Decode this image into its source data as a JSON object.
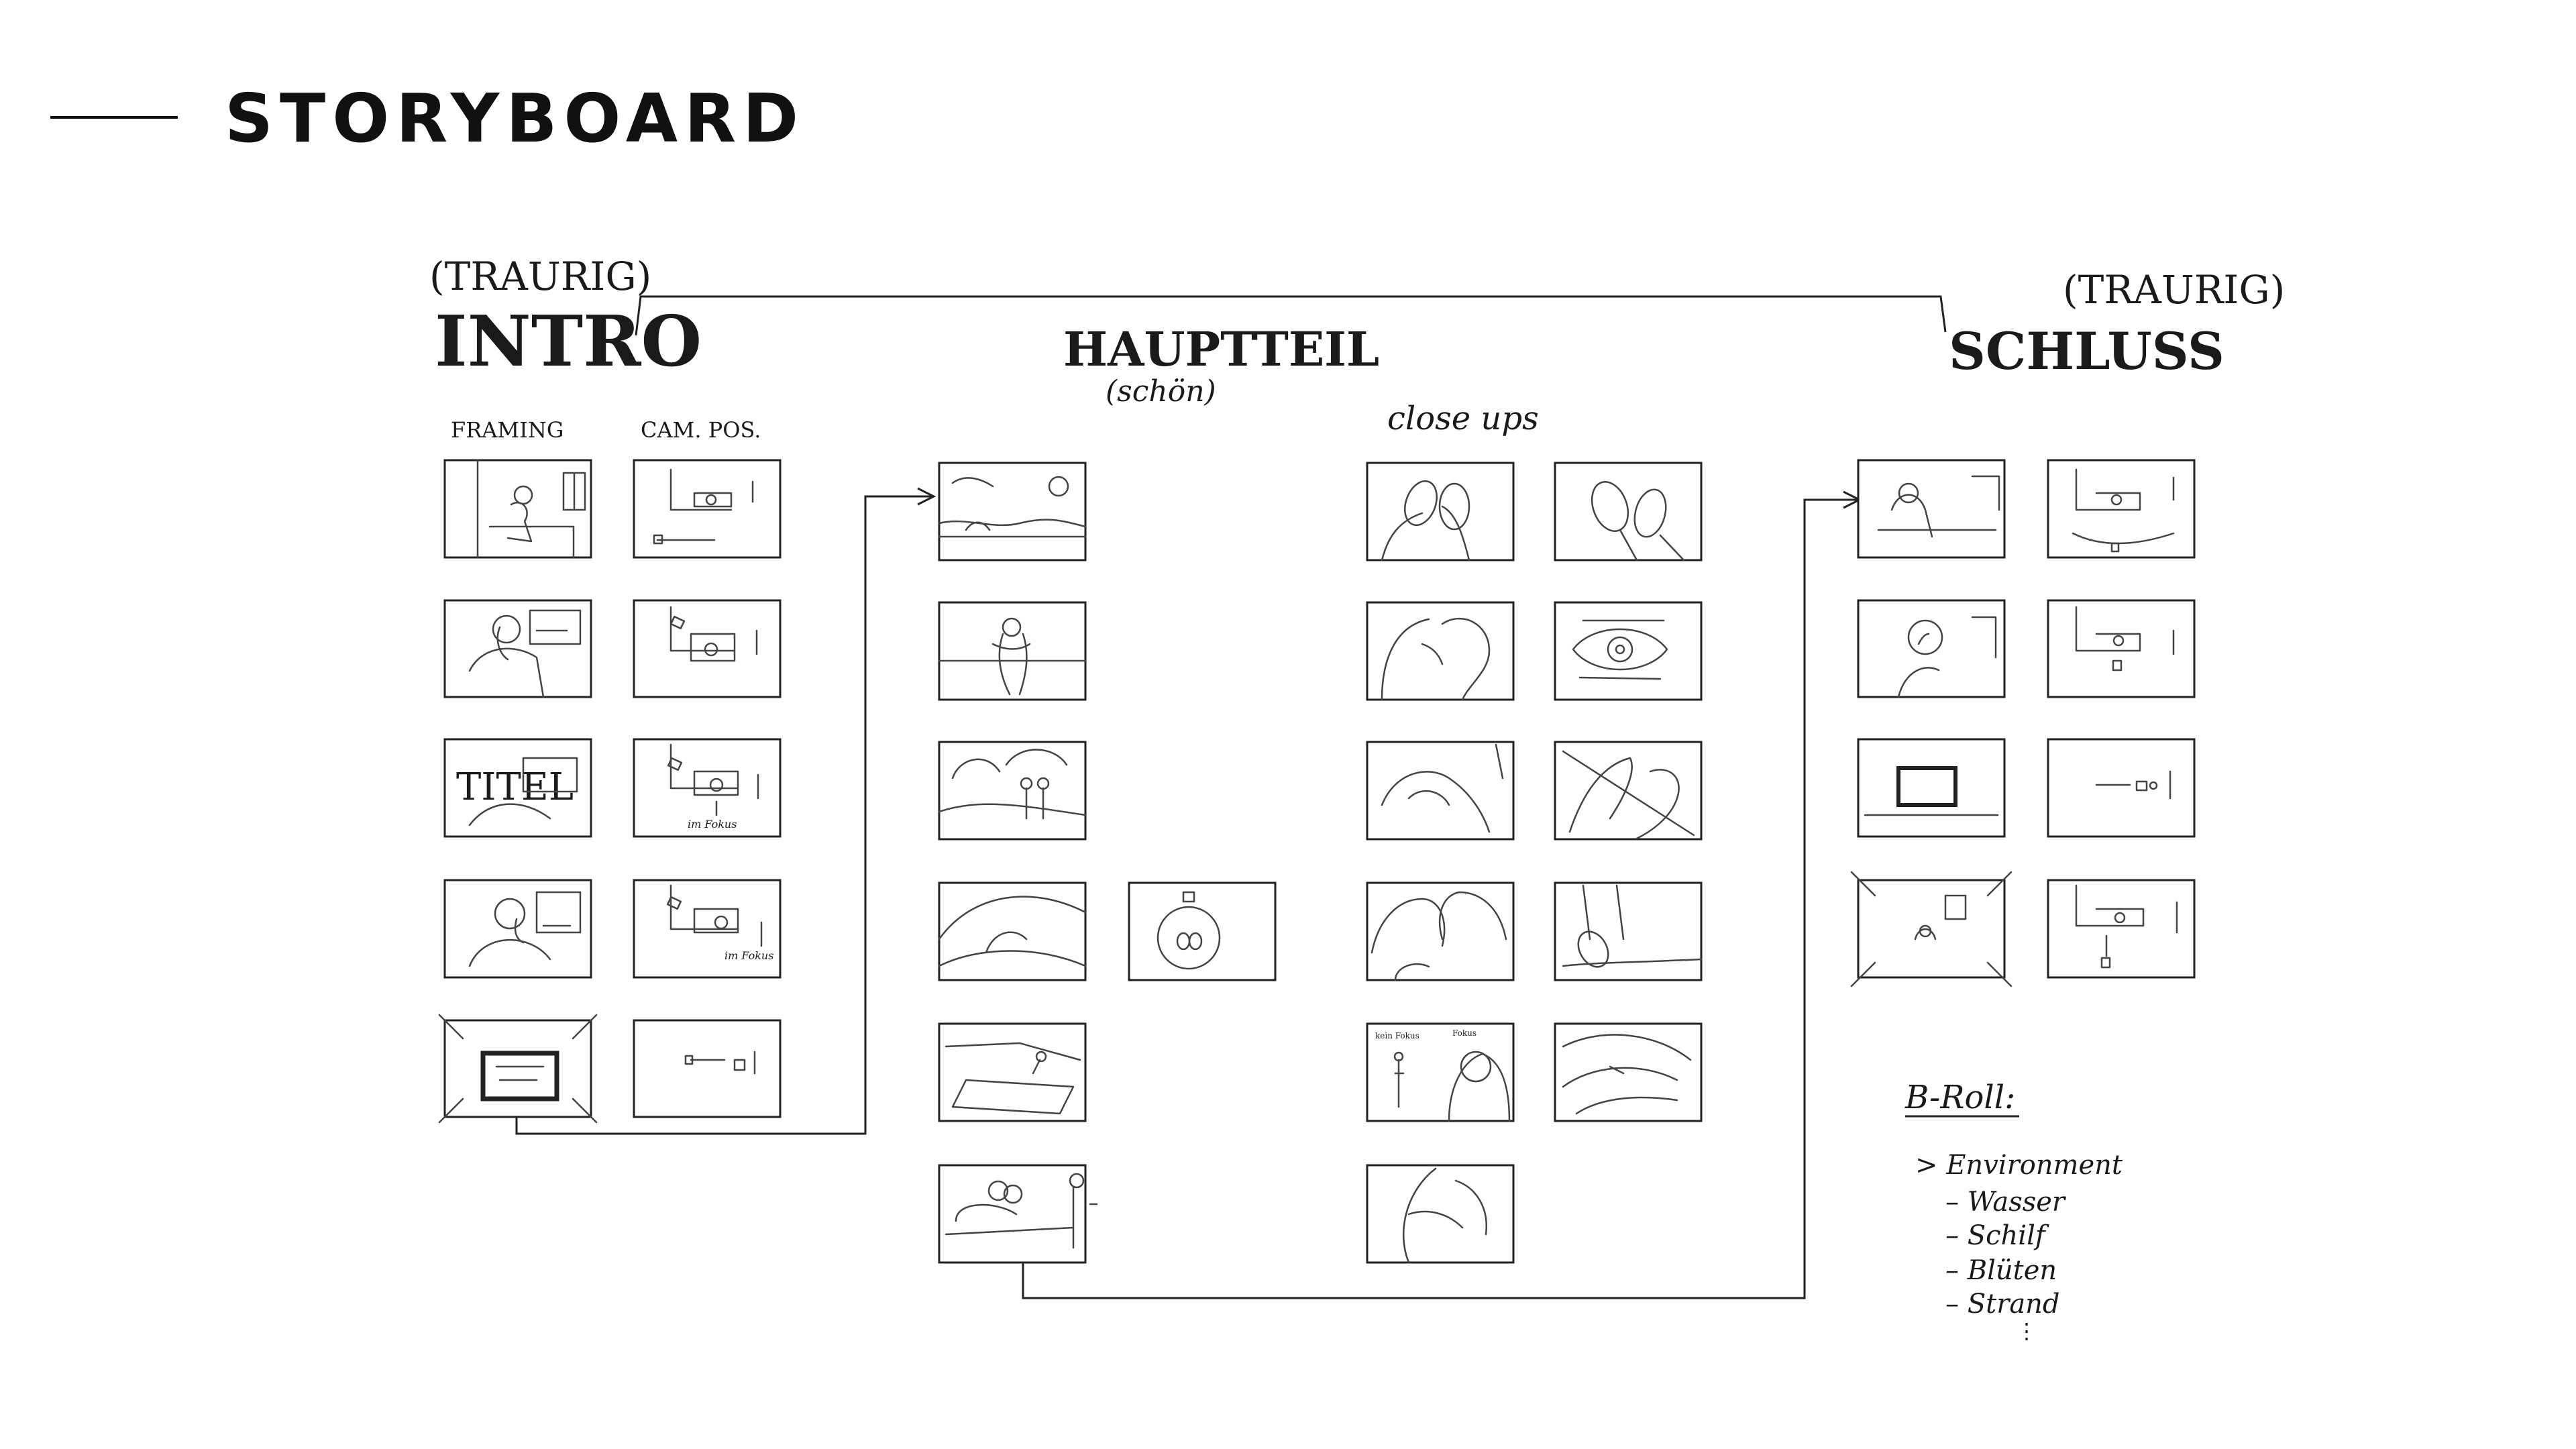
{
  "page_title": "STORYBOARD",
  "sections": {
    "intro": {
      "mood": "(TRAURIG)",
      "heading": "INTRO",
      "col_framing": "FRAMING",
      "col_campos": "CAM. POS."
    },
    "hauptteil": {
      "heading": "HAUPTTEIL",
      "mood": "(schön)",
      "close_ups": "close ups"
    },
    "schluss": {
      "mood": "(TRAURIG)",
      "heading": "SCHLUSS"
    }
  },
  "panel_text": {
    "titel": "TITEL",
    "im_fokus_1": "im Fokus",
    "im_fokus_2": "im Fokus",
    "fokus_a": "kein Fokus",
    "fokus_b": "Fokus"
  },
  "b_roll": {
    "title": "B-Roll:",
    "items": [
      "> Environment",
      "– Wasser",
      "– Schilf",
      "– Blüten",
      "– Strand",
      "⋮"
    ]
  },
  "panels": [
    {
      "col": "intro-framing",
      "row": 1,
      "icon": "person-sitting-window-sketch"
    },
    {
      "col": "intro-framing",
      "row": 2,
      "icon": "person-profile-window-sketch"
    },
    {
      "col": "intro-framing",
      "row": 3,
      "icon": "title-card-sketch"
    },
    {
      "col": "intro-framing",
      "row": 4,
      "icon": "person-phone-sketch"
    },
    {
      "col": "intro-framing",
      "row": 5,
      "icon": "phone-screen-zoom-sketch"
    },
    {
      "col": "intro-campos",
      "row": 1,
      "icon": "camera-plan-sketch"
    },
    {
      "col": "intro-campos",
      "row": 2,
      "icon": "camera-plan-sketch"
    },
    {
      "col": "intro-campos",
      "row": 3,
      "icon": "camera-plan-sketch"
    },
    {
      "col": "intro-campos",
      "row": 4,
      "icon": "camera-plan-sketch"
    },
    {
      "col": "intro-campos",
      "row": 5,
      "icon": "camera-plan-sketch"
    },
    {
      "col": "hauptteil",
      "row": 1,
      "icon": "landscape-sun-sketch"
    },
    {
      "col": "hauptteil",
      "row": 2,
      "icon": "couple-hug-sketch"
    },
    {
      "col": "hauptteil",
      "row": 3,
      "icon": "couple-trees-sketch"
    },
    {
      "col": "hauptteil",
      "row": 4,
      "icon": "couple-dunes-sketch"
    },
    {
      "col": "hauptteil",
      "row": 4,
      "icon": "camera-circle-plan-sketch"
    },
    {
      "col": "hauptteil",
      "row": 5,
      "icon": "beach-blanket-sketch"
    },
    {
      "col": "hauptteil",
      "row": 6,
      "icon": "couple-bench-sketch"
    },
    {
      "col": "closeups",
      "row": 1,
      "icon": "faces-close-sketch"
    },
    {
      "col": "closeups",
      "row": 1,
      "icon": "faces-outline-sketch"
    },
    {
      "col": "closeups",
      "row": 2,
      "icon": "kiss-sketch"
    },
    {
      "col": "closeups",
      "row": 2,
      "icon": "eye-sketch"
    },
    {
      "col": "closeups",
      "row": 3,
      "icon": "hands-sketch"
    },
    {
      "col": "closeups",
      "row": 3,
      "icon": "hands-touch-sketch"
    },
    {
      "col": "closeups",
      "row": 4,
      "icon": "faces-smile-sketch"
    },
    {
      "col": "closeups",
      "row": 4,
      "icon": "feet-walk-sketch"
    },
    {
      "col": "closeups",
      "row": 5,
      "icon": "focus-shift-sketch"
    },
    {
      "col": "closeups",
      "row": 5,
      "icon": "sand-texture-sketch"
    },
    {
      "col": "closeups",
      "row": 6,
      "icon": "embrace-sketch"
    },
    {
      "col": "schluss",
      "row": 1,
      "icon": "person-sitting-window-sketch"
    },
    {
      "col": "schluss",
      "row": 2,
      "icon": "person-profile-sketch"
    },
    {
      "col": "schluss",
      "row": 3,
      "icon": "phone-on-table-sketch"
    },
    {
      "col": "schluss",
      "row": 4,
      "icon": "room-zoom-out-sketch"
    },
    {
      "col": "schluss-campos",
      "row": 1,
      "icon": "camera-plan-sketch"
    },
    {
      "col": "schluss-campos",
      "row": 2,
      "icon": "camera-plan-sketch"
    },
    {
      "col": "schluss-campos",
      "row": 3,
      "icon": "camera-plan-sketch"
    },
    {
      "col": "schluss-campos",
      "row": 4,
      "icon": "camera-plan-sketch"
    }
  ]
}
